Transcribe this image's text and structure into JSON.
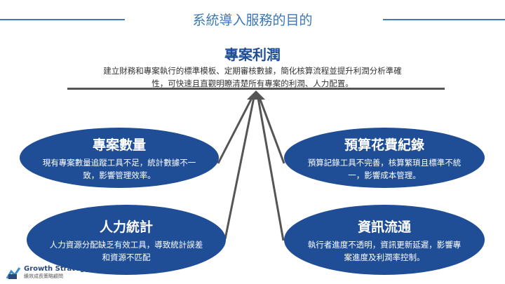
{
  "header": {
    "title": "系統導入服務的目的"
  },
  "goal": {
    "title": "專案利潤",
    "description": "建立財務和專案執行的標準模板、定期審核數據，簡化核算流程並提升利潤分析準確性，可快速且直觀明瞭清楚所有專案的利潤、人力配置。"
  },
  "items": [
    {
      "title": "專案數量",
      "text": "現有專案數量追蹤工具不足，統計數據不一致，影響管理效率。"
    },
    {
      "title": "預算花費紀錄",
      "text": "預算記錄工具不完善，核算繁瑣且標準不統一，影響成本管理。"
    },
    {
      "title": "人力統計",
      "text": "人力資源分配缺乏有效工具，導致統計誤差和資源不匹配"
    },
    {
      "title": "資訊流通",
      "text": "執行者進度不透明，資訊更新延遲，影響專案進度及利潤率控制。"
    }
  ],
  "logo": {
    "name": "Growth Strategy",
    "subtitle": "績效成長策略顧問"
  },
  "colors": {
    "ellipse": "#1f4e96",
    "title": "#3a78b5"
  }
}
